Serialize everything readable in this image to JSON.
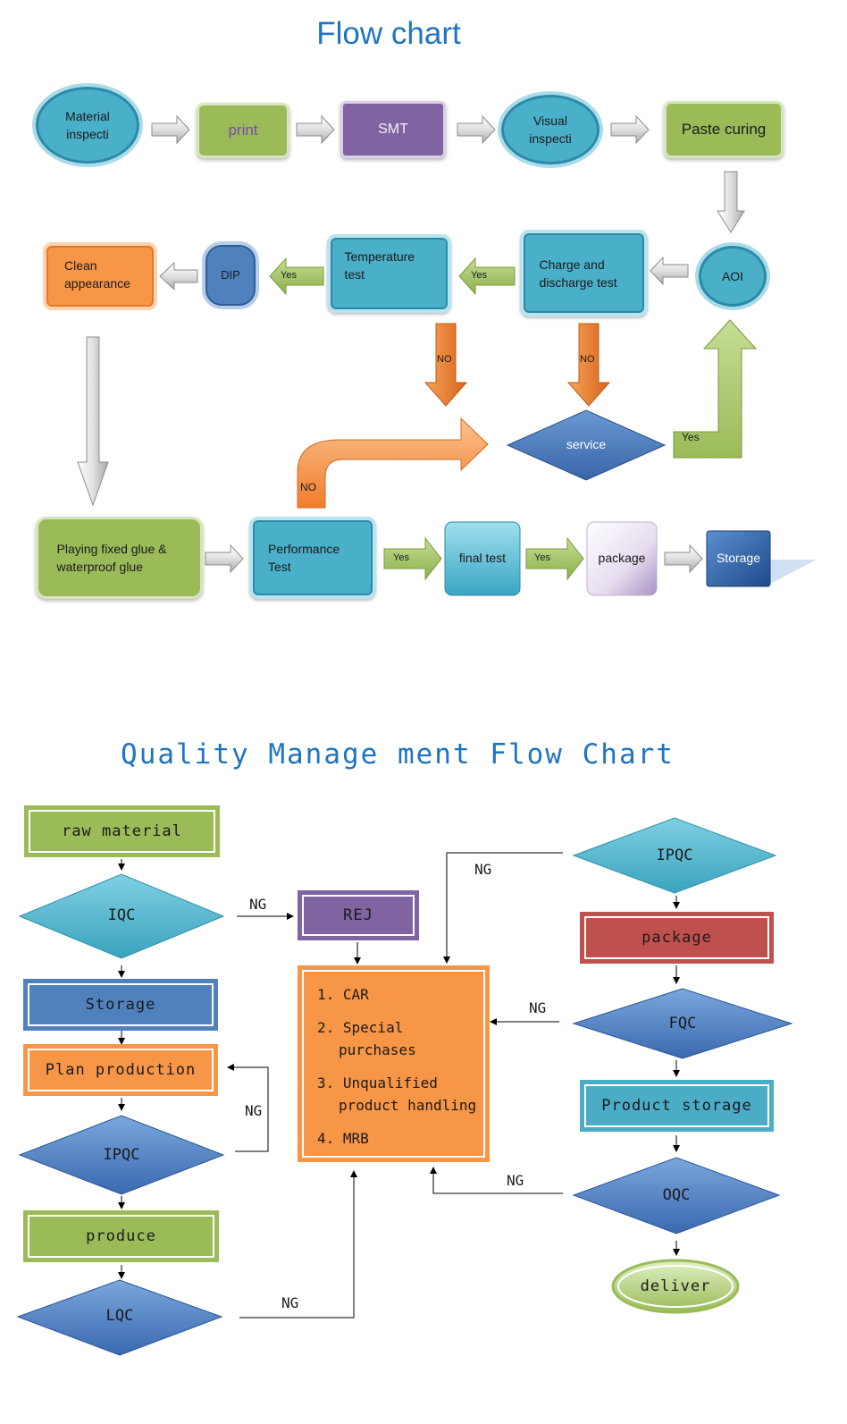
{
  "titles": {
    "flow": "Flow chart",
    "quality": "Quality Manage ment Flow Chart"
  },
  "flow": {
    "material_inspection": "Material inspecti",
    "print": "print",
    "smt": "SMT",
    "visual_inspection": "Visual inspecti",
    "paste_curing": "Paste curing",
    "aoi": "AOI",
    "charge_discharge": "Charge and discharge test",
    "temperature_test": "Temperature test",
    "dip": "DIP",
    "clean_appearance": "Clean appearance",
    "service": "service",
    "playing_glue": "Playing fixed glue & waterproof glue",
    "performance_test": "Performance Test",
    "final_test": "final test",
    "package": "package",
    "storage": "Storage",
    "yes": "Yes",
    "no": "NO"
  },
  "quality": {
    "raw_material": "raw material",
    "iqc": "IQC",
    "storage": "Storage",
    "plan_production": "Plan production",
    "ipqc_left": "IPQC",
    "produce": "produce",
    "lqc": "LQC",
    "rej": "REJ",
    "actions": [
      "1. CAR",
      "2. Special",
      "purchases",
      "3. Unqualified",
      "product handling",
      "4. MRB"
    ],
    "ipqc_right": "IPQC",
    "package": "package",
    "fqc": "FQC",
    "product_storage": "Product storage",
    "oqc": "OQC",
    "deliver": "deliver",
    "ng": "NG"
  },
  "colors": {
    "title": "#1f74c2",
    "teal": "#4aafc8",
    "green": "#9bbb59",
    "purple": "#8064a2",
    "orange": "#f79646",
    "blue": "#4f81bd",
    "red": "#c0504d"
  }
}
